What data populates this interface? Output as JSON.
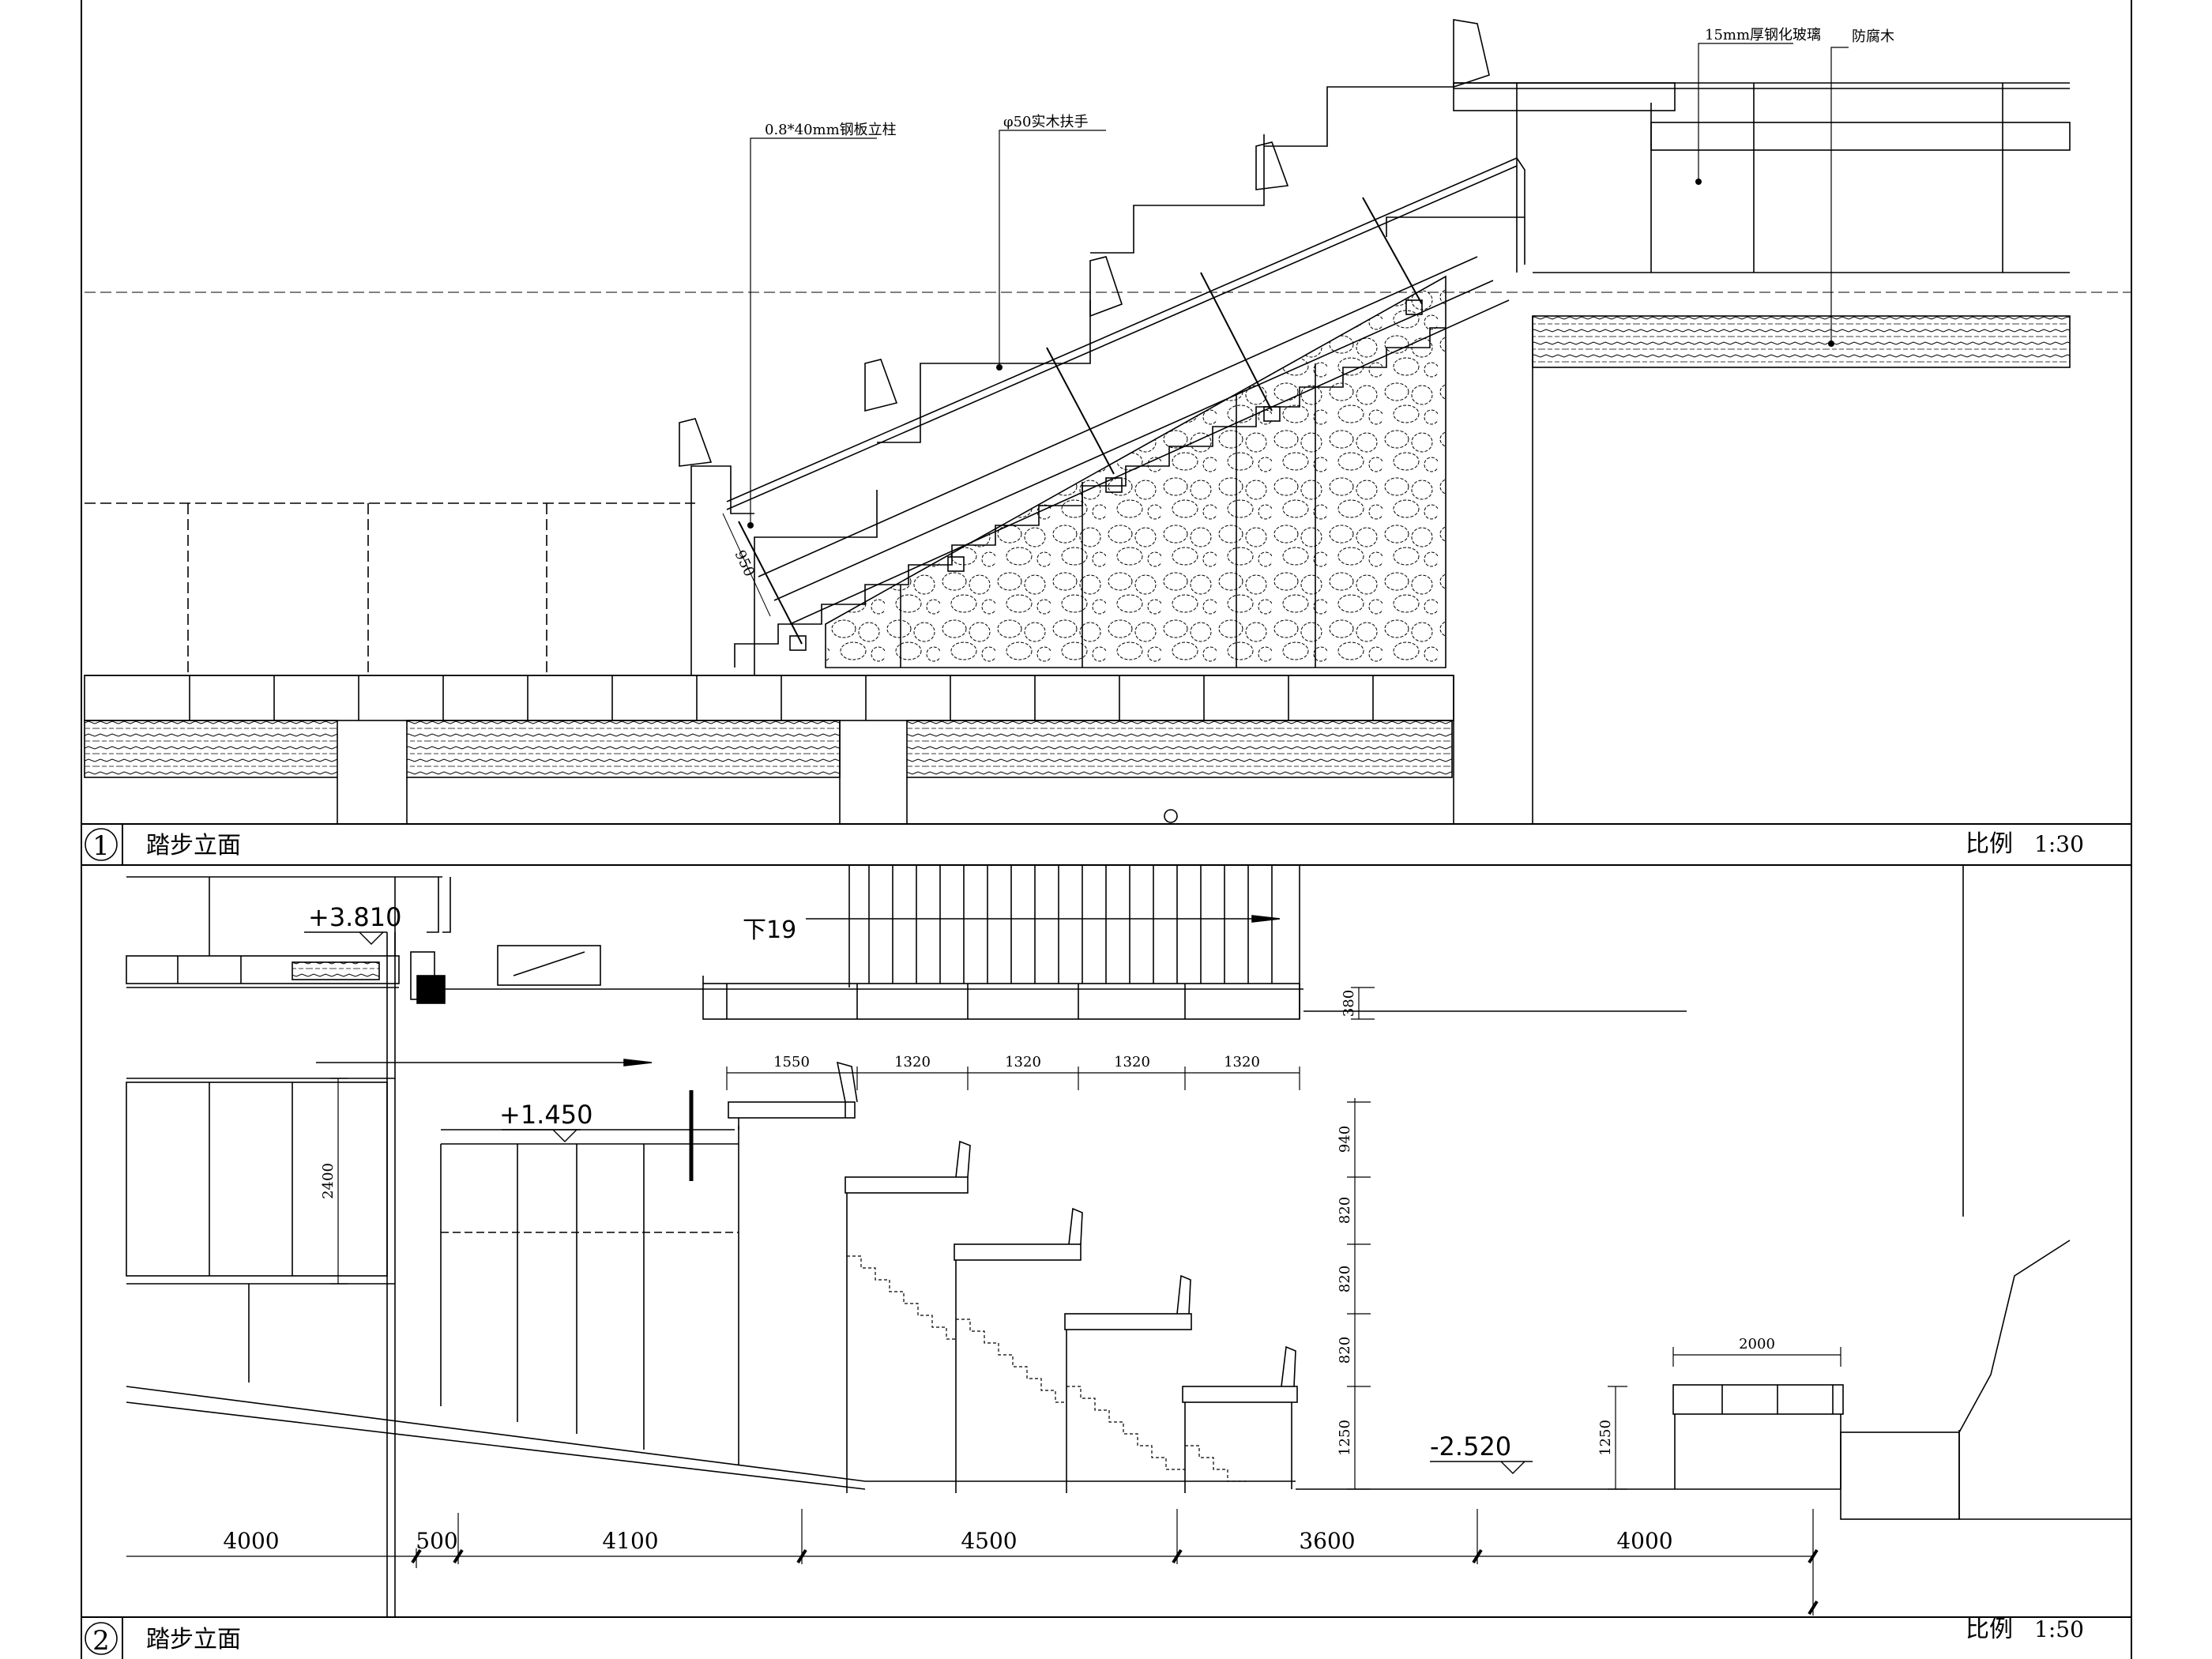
{
  "view1": {
    "index": "1",
    "title": "踏步立面",
    "scale_label": "比例",
    "scale_value": "1:30",
    "labels": {
      "glass": "15mm厚钢化玻璃",
      "timber": "防腐木",
      "post": "0.8*40mm钢板立柱",
      "handrail": "φ50实木扶手",
      "rail_height": "950"
    }
  },
  "view2": {
    "index": "2",
    "title": "踏步立面",
    "scale_label": "比例",
    "scale_value": "1:50",
    "levels": [
      "+3.810",
      "+1.450",
      "-2.520"
    ],
    "stair_label": "下19",
    "dims_top": [
      "1550",
      "1320",
      "1320",
      "1320",
      "1320"
    ],
    "dims_right": [
      "940",
      "820",
      "820",
      "820",
      "1250"
    ],
    "dim_380": "380",
    "dim_2400": "2400",
    "dim_2000": "2000",
    "dim_1250b": "1250",
    "dims_bottom": [
      "4000",
      "500",
      "4100",
      "4500",
      "3600",
      "4000"
    ]
  },
  "colors": {
    "line": "#000000",
    "fill_black": "#000000"
  }
}
